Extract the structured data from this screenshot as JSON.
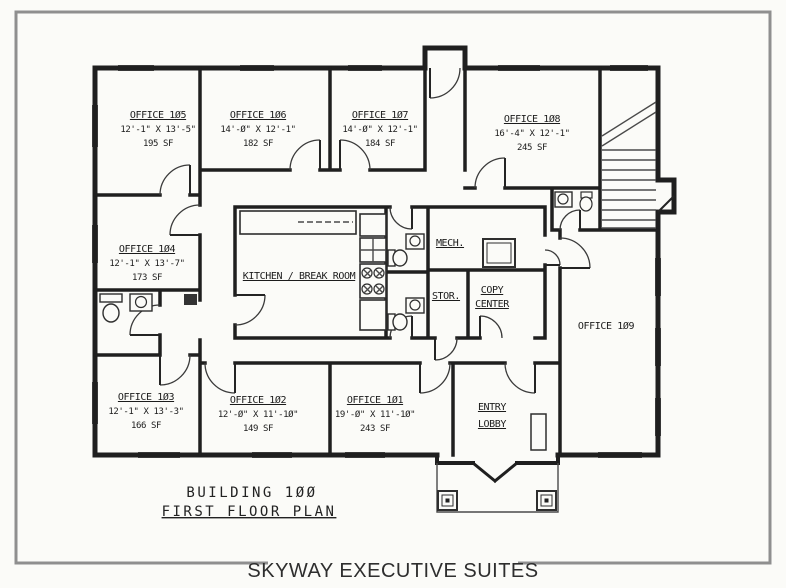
{
  "footer": {
    "title": "SKYWAY EXECUTIVE SUITES"
  },
  "title_block": {
    "line1": "BUILDING 1ØØ",
    "line2": "FIRST FLOOR PLAN"
  },
  "rooms": {
    "o105": {
      "name": "OFFICE 1Ø5",
      "dims": "12'-1\" X 13'-5\"",
      "area": "195 SF"
    },
    "o106": {
      "name": "OFFICE 1Ø6",
      "dims": "14'-Ø\" X 12'-1\"",
      "area": "182 SF"
    },
    "o107": {
      "name": "OFFICE 1Ø7",
      "dims": "14'-Ø\" X 12'-1\"",
      "area": "184 SF"
    },
    "o108": {
      "name": "OFFICE 1Ø8",
      "dims": "16'-4\" X 12'-1\"",
      "area": "245 SF"
    },
    "o104": {
      "name": "OFFICE 1Ø4",
      "dims": "12'-1\" X 13'-7\"",
      "area": "173 SF"
    },
    "o103": {
      "name": "OFFICE 1Ø3",
      "dims": "12'-1\" X 13'-3\"",
      "area": "166 SF"
    },
    "o102": {
      "name": "OFFICE 1Ø2",
      "dims": "12'-Ø\" X 11'-1Ø\"",
      "area": "149 SF"
    },
    "o101": {
      "name": "OFFICE 1Ø1",
      "dims": "19'-Ø\" X 11'-1Ø\"",
      "area": "243 SF"
    },
    "o109": {
      "name": "OFFICE 1Ø9"
    },
    "kitchen": {
      "name": "KITCHEN / BREAK ROOM"
    },
    "mech": {
      "name": "MECH."
    },
    "stor": {
      "name": "STOR."
    },
    "copy": {
      "line1": "COPY",
      "line2": "CENTER"
    },
    "lobby": {
      "line1": "ENTRY",
      "line2": "LOBBY"
    }
  }
}
